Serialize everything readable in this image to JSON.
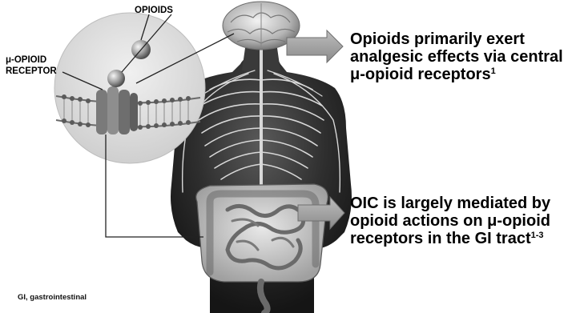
{
  "labels": {
    "opioids": "OPIOIDS",
    "receptor": "μ-OPIOID\nRECEPTOR"
  },
  "callouts": {
    "central": {
      "text": "Opioids primarily exert analgesic effects via central μ-opioid receptors",
      "ref": "1"
    },
    "gi": {
      "text": "OIC is largely mediated by opioid actions on μ-opioid receptors in the GI tract",
      "ref": "1-3"
    }
  },
  "footnote": "GI, gastrointestinal",
  "colors": {
    "arrow_fill": "#9a9a9a",
    "arrow_stroke": "#6f6f6f",
    "body_dark": "#2a2a2a",
    "body_light": "#8a8a8a",
    "nerve": "#d8d8d8",
    "inset_bg": "#e4e4e4",
    "line": "#333333"
  }
}
